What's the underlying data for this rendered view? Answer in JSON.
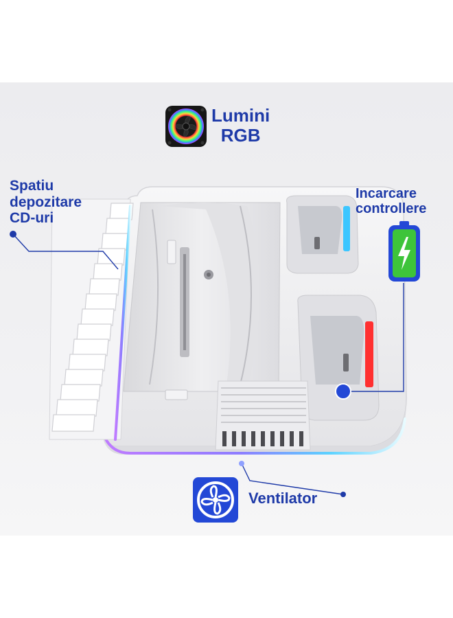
{
  "labels": {
    "rgb": {
      "line1": "Lumini",
      "line2": "RGB",
      "icon": "rgb-fan-icon"
    },
    "cd_storage": {
      "line1": "Spatiu",
      "line2": "depozitare",
      "line3": "CD-uri"
    },
    "controller_charging": {
      "line1": "Incarcare",
      "line2": "controllere",
      "icon": "battery-charging-icon"
    },
    "fan": {
      "text": "Ventilator",
      "icon": "fan-icon"
    }
  },
  "colors": {
    "label_text": "#1e3aa8",
    "accent_blue": "#2348d6",
    "battery_green": "#3ec43a",
    "rgb_purple": "#b06cff",
    "rgb_cyan": "#39d5ff",
    "controller_led_blue": "#3cc6ff",
    "controller_led_red": "#ff3030"
  }
}
